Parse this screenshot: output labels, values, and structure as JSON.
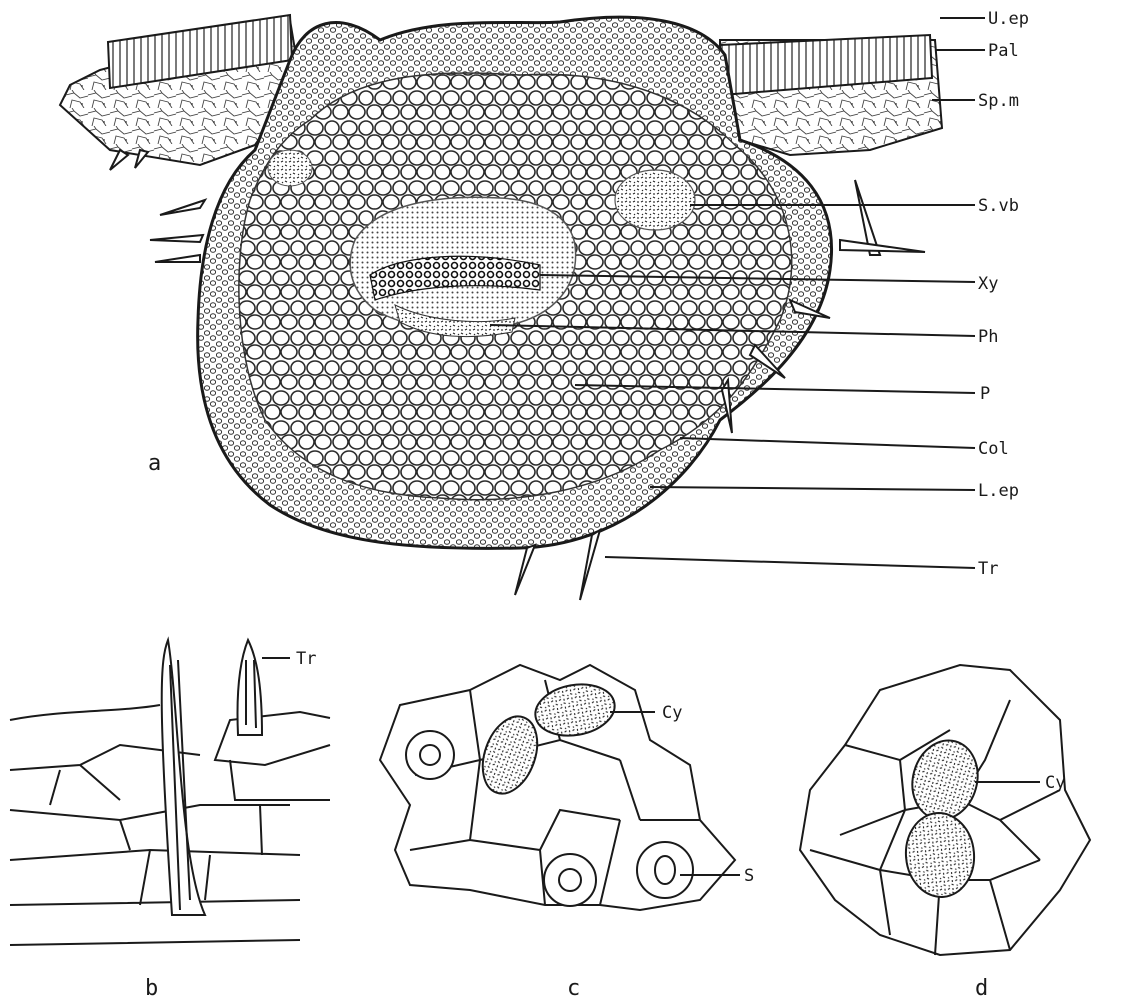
{
  "figure": {
    "panel_letters": {
      "a": "a",
      "b": "b",
      "c": "c",
      "d": "d"
    },
    "labels_a": {
      "upper_epidermis": "U.ep",
      "palisade": "Pal",
      "spongy_mesophyll": "Sp.m",
      "small_vascular_bundle": "S.vb",
      "xylem": "Xy",
      "phloem": "Ph",
      "parenchyma": "P",
      "collenchyma": "Col",
      "lower_epidermis": "L.ep",
      "trichome": "Tr"
    },
    "label_b": {
      "trichome": "Tr"
    },
    "labels_c": {
      "cystolith": "Cy",
      "stoma": "S"
    },
    "label_d": {
      "cystolith": "Cy"
    }
  }
}
